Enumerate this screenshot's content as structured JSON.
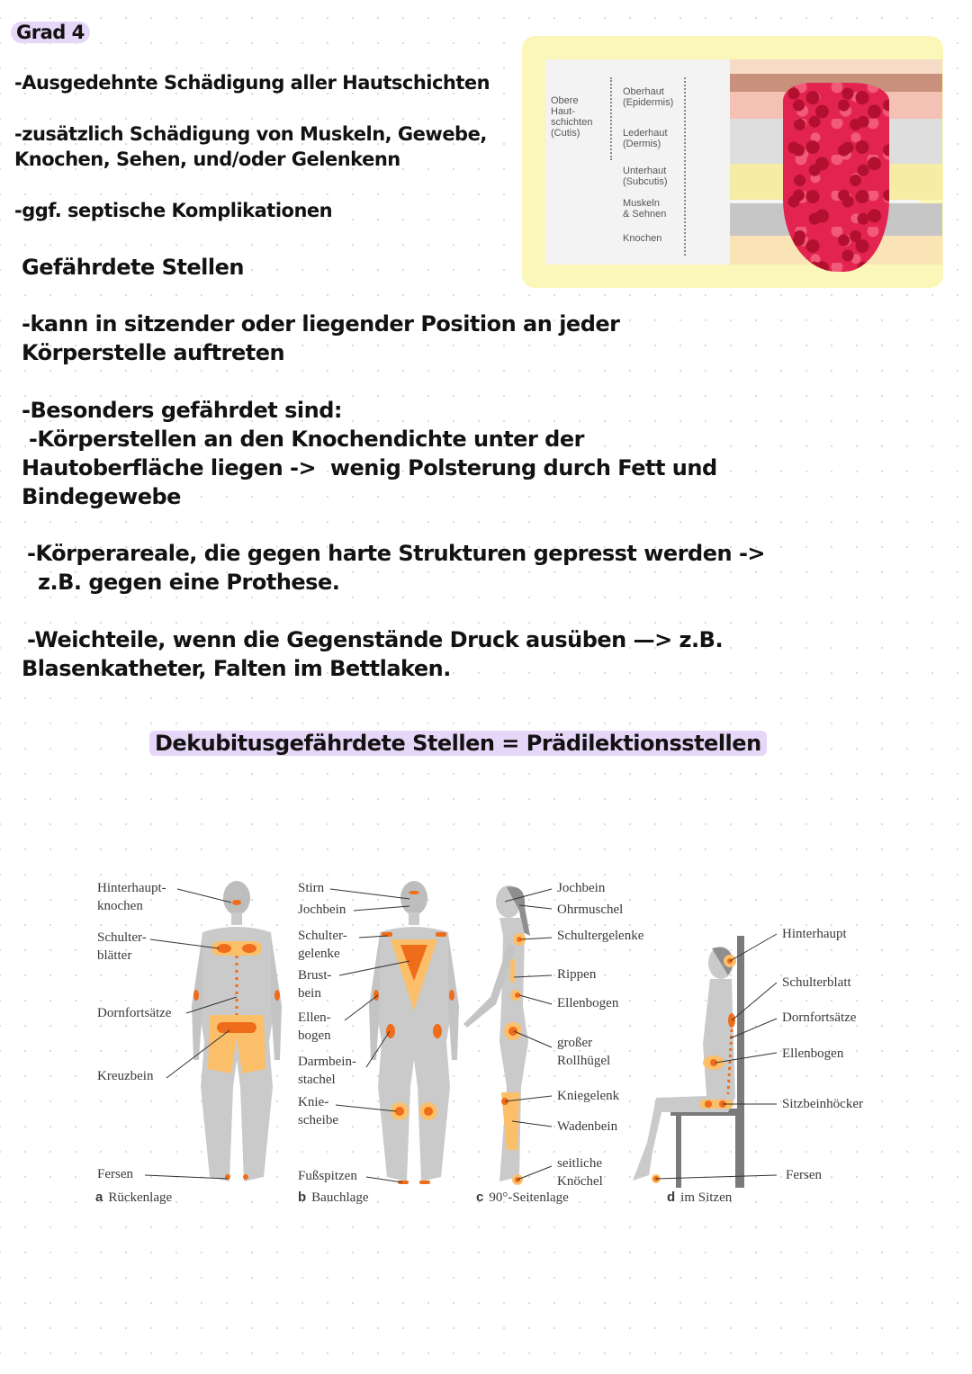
{
  "section_grade": {
    "title": "Grad 4",
    "bullets": [
      "-Ausgedehnte Schädigung aller Hautschichten",
      "-zusätzlich Schädigung von Muskeln, Gewebe,",
      "Knochen, Sehen, und/oder Gelenkenn",
      "-ggf. septische Komplikationen"
    ]
  },
  "skin_diagram": {
    "group_label": [
      "Obere",
      "Haut-",
      "schichten",
      "(Cutis)"
    ],
    "layers": [
      {
        "name": "Oberhaut",
        "latin": "(Epidermis)"
      },
      {
        "name": "Lederhaut",
        "latin": "(Dermis)"
      },
      {
        "name": "Unterhaut",
        "latin": "(Subcutis)"
      },
      {
        "name": "Muskeln",
        "latin": "& Sehnen"
      },
      {
        "name": "Knochen",
        "latin": ""
      }
    ],
    "frame_color": "#fbf7b9",
    "wound_color": "#e32450"
  },
  "section_sites": {
    "title": "Gefährdete Stellen",
    "p1": [
      "-kann in sitzender oder liegender Position an jeder",
      "Körperstelle auftreten"
    ],
    "p2": [
      "-Besonders gefährdet sind:",
      " -Körperstellen an den Knochendichte unter der",
      "Hautoberfläche liegen ->  wenig Polsterung durch Fett und",
      "Bindegewebe"
    ],
    "p3": [
      "-Körperareale, die gegen harte Strukturen gepresst werden ->",
      "z.B. gegen eine Prothese."
    ],
    "p4": [
      "-Weichteile, wenn die Gegenstände Druck ausüben —> z.B.",
      "Blasenkatheter, Falten im Bettlaken."
    ],
    "heading": "Dekubitusgefährdete Stellen = Prädilektionsstellen",
    "highlight_color": "#e6d6f7"
  },
  "figure": {
    "panels": [
      {
        "letter": "a",
        "caption": "Rückenlage",
        "labels": [
          "Hinterhaupt-\nknochen",
          "Schulter-\nblätter",
          "Dornfortsätze",
          "Kreuzbein",
          "Fersen"
        ]
      },
      {
        "letter": "b",
        "caption": "Bauchlage",
        "labels": [
          "Stirn",
          "Jochbein",
          "Schulter-\ngelenke",
          "Brust-\nbein",
          "Ellen-\nbogen",
          "Darmbein-\nstachel",
          "Knie-\nscheibe",
          "Fußspitzen"
        ]
      },
      {
        "letter": "c",
        "caption": "90°-Seitenlage",
        "labels": [
          "Jochbein",
          "Ohrmuschel",
          "Schultergelenke",
          "Rippen",
          "Ellenbogen",
          "großer\nRollhügel",
          "Kniegelenk",
          "Wadenbein",
          "seitliche\nKnöchel"
        ]
      },
      {
        "letter": "d",
        "caption": "im Sitzen",
        "labels": [
          "Hinterhaupt",
          "Schulterblatt",
          "Dornfortsätze",
          "Ellenbogen",
          "Sitzbeinhöcker",
          "Fersen"
        ]
      }
    ],
    "body_color": "#c9c9c9",
    "zone_light": "#fbbf6a",
    "zone_dark": "#ef6c1a"
  }
}
